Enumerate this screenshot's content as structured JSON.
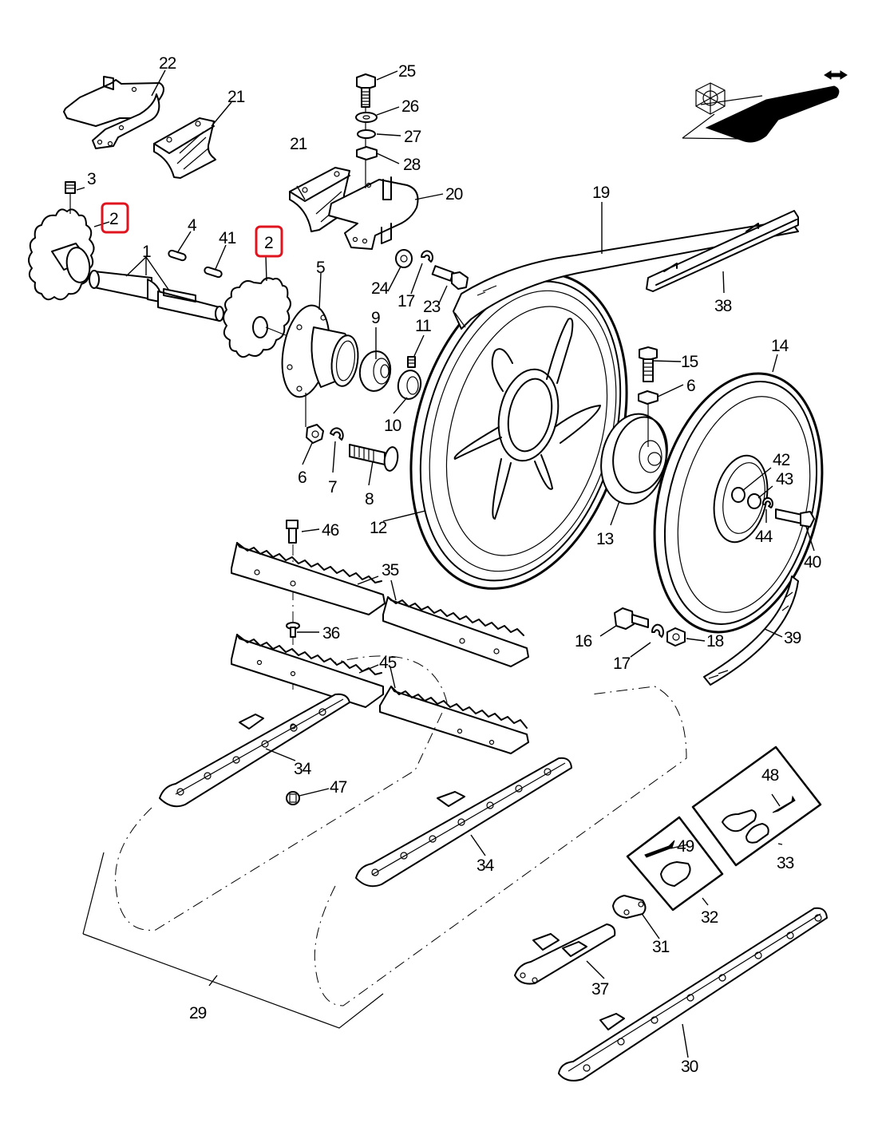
{
  "diagram": {
    "type": "exploded parts diagram",
    "subject": "chain conveyor drive assembly with sprockets, idler wheels, guides and roller chains",
    "highlight_color": "#e0141e",
    "callouts": [
      {
        "id": "c1",
        "text": "1"
      },
      {
        "id": "c2a",
        "text": "2",
        "highlighted": true
      },
      {
        "id": "c2b",
        "text": "2",
        "highlighted": true
      },
      {
        "id": "c3",
        "text": "3"
      },
      {
        "id": "c4",
        "text": "4"
      },
      {
        "id": "c5",
        "text": "5"
      },
      {
        "id": "c6a",
        "text": "6"
      },
      {
        "id": "c6b",
        "text": "6"
      },
      {
        "id": "c7",
        "text": "7"
      },
      {
        "id": "c8",
        "text": "8"
      },
      {
        "id": "c9",
        "text": "9"
      },
      {
        "id": "c10",
        "text": "10"
      },
      {
        "id": "c11",
        "text": "11"
      },
      {
        "id": "c12",
        "text": "12"
      },
      {
        "id": "c13",
        "text": "13"
      },
      {
        "id": "c14",
        "text": "14"
      },
      {
        "id": "c15",
        "text": "15"
      },
      {
        "id": "c16",
        "text": "16"
      },
      {
        "id": "c17a",
        "text": "17"
      },
      {
        "id": "c17b",
        "text": "17"
      },
      {
        "id": "c18",
        "text": "18"
      },
      {
        "id": "c19",
        "text": "19"
      },
      {
        "id": "c20",
        "text": "20"
      },
      {
        "id": "c21a",
        "text": "21"
      },
      {
        "id": "c21b",
        "text": "21"
      },
      {
        "id": "c22",
        "text": "22"
      },
      {
        "id": "c23",
        "text": "23"
      },
      {
        "id": "c24",
        "text": "24"
      },
      {
        "id": "c25",
        "text": "25"
      },
      {
        "id": "c26",
        "text": "26"
      },
      {
        "id": "c27",
        "text": "27"
      },
      {
        "id": "c28",
        "text": "28"
      },
      {
        "id": "c29",
        "text": "29"
      },
      {
        "id": "c30",
        "text": "30"
      },
      {
        "id": "c31",
        "text": "31"
      },
      {
        "id": "c32",
        "text": "32"
      },
      {
        "id": "c33",
        "text": "33"
      },
      {
        "id": "c34a",
        "text": "34"
      },
      {
        "id": "c34b",
        "text": "34"
      },
      {
        "id": "c35",
        "text": "35"
      },
      {
        "id": "c36",
        "text": "36"
      },
      {
        "id": "c37",
        "text": "37"
      },
      {
        "id": "c38",
        "text": "38"
      },
      {
        "id": "c39",
        "text": "39"
      },
      {
        "id": "c40",
        "text": "40"
      },
      {
        "id": "c41",
        "text": "41"
      },
      {
        "id": "c42",
        "text": "42"
      },
      {
        "id": "c43",
        "text": "43"
      },
      {
        "id": "c44",
        "text": "44"
      },
      {
        "id": "c45",
        "text": "45"
      },
      {
        "id": "c46",
        "text": "46"
      },
      {
        "id": "c47",
        "text": "47"
      },
      {
        "id": "c48",
        "text": "48"
      },
      {
        "id": "c49",
        "text": "49"
      }
    ]
  }
}
